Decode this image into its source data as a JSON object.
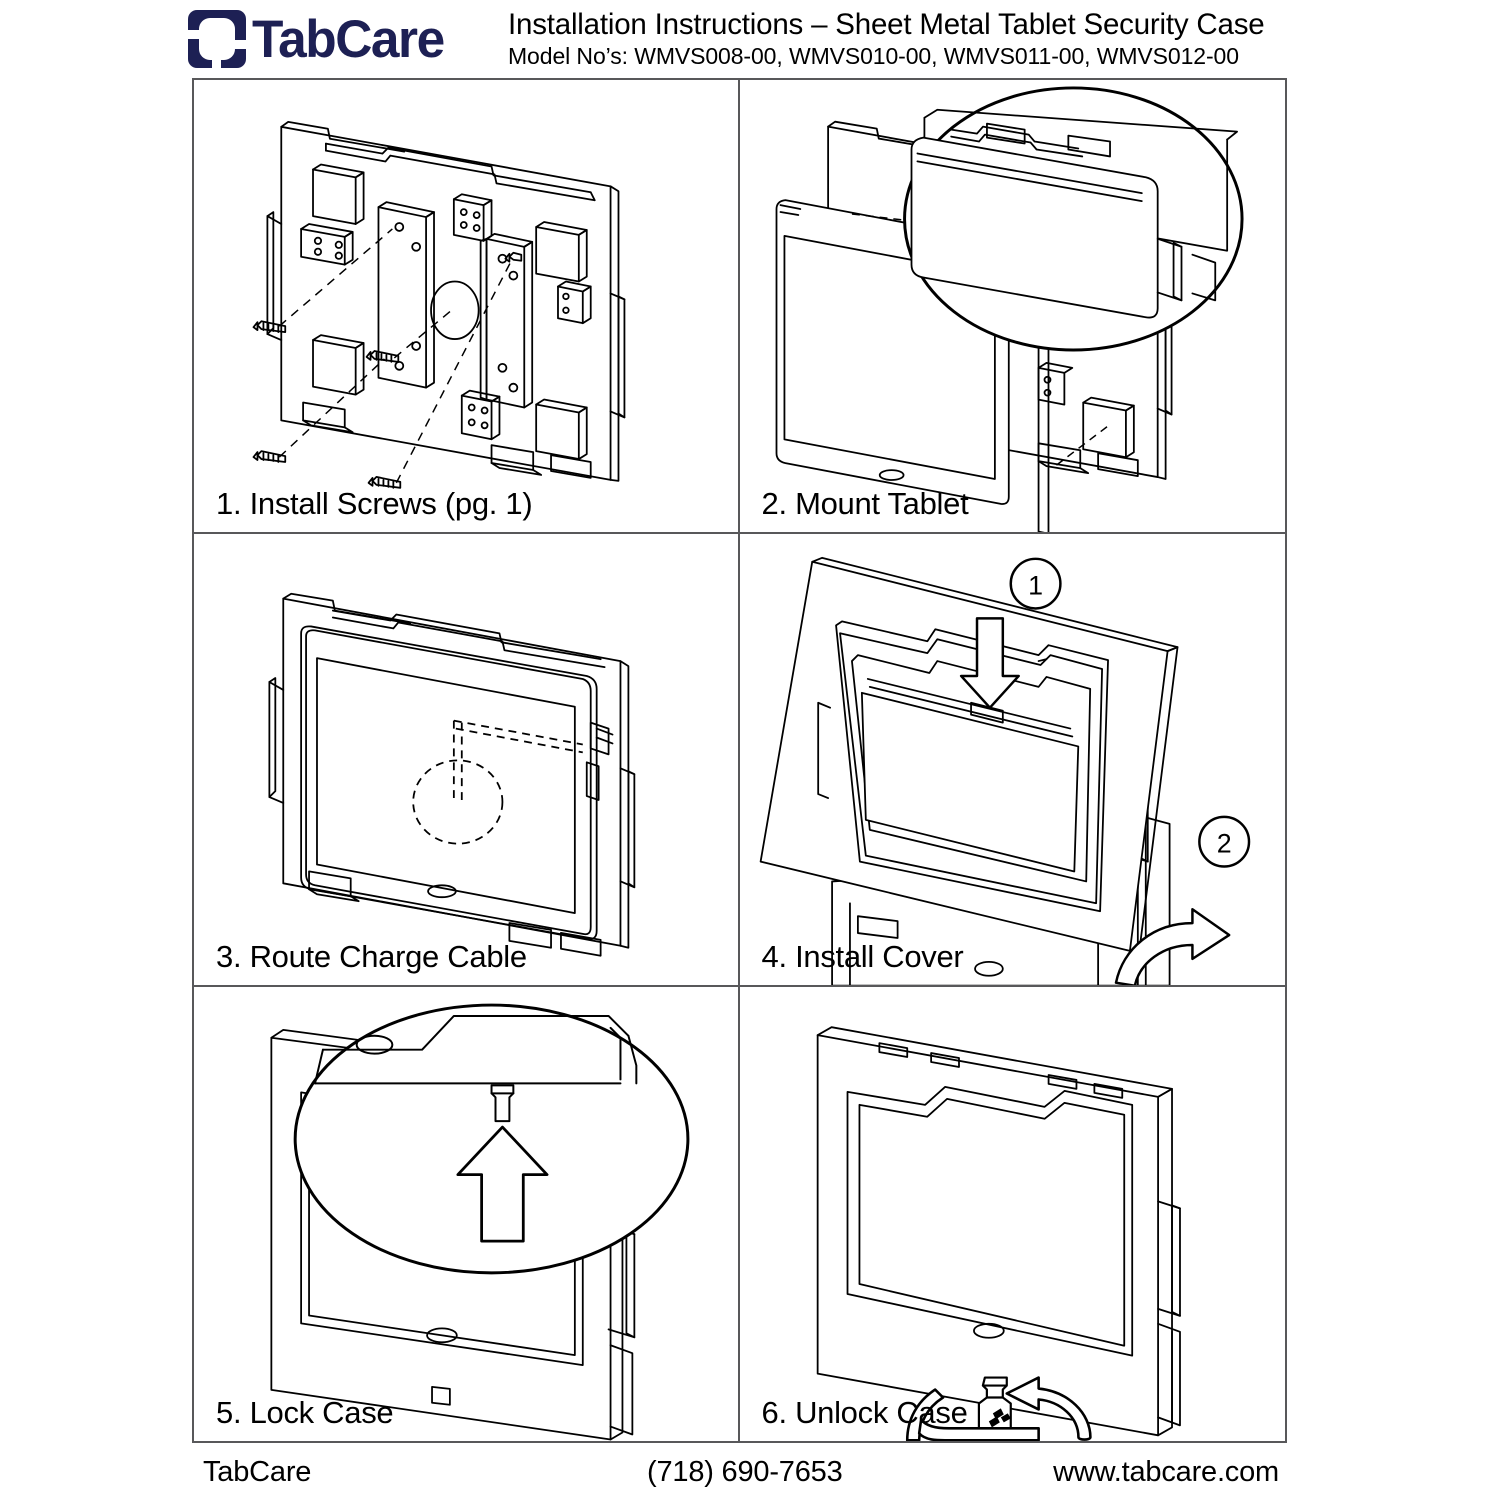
{
  "brand": {
    "logo_text": "TabCare",
    "logo_icon": "tabcare-bracket-icon",
    "logo_color": "#1d2054"
  },
  "header": {
    "title": "Installation Instructions – Sheet Metal Tablet Security Case",
    "subtitle": "Model No’s: WMVS008-00, WMVS010-00, WMVS011-00, WMVS012-00"
  },
  "steps": [
    {
      "number": "1",
      "caption": "1. Install Screws (pg. 1)",
      "figure": "backplate-with-screws-exploded",
      "callouts": []
    },
    {
      "number": "2",
      "caption": "2. Mount Tablet",
      "figure": "tablet-mounted-in-backplate-with-magnifier",
      "callouts": []
    },
    {
      "number": "3",
      "caption": "3. Route Charge Cable",
      "figure": "tablet-in-case-with-dashed-cable-route",
      "callouts": []
    },
    {
      "number": "4",
      "caption": "4. Install Cover",
      "figure": "cover-install-tilted-with-arrows",
      "callouts": [
        "1",
        "2"
      ]
    },
    {
      "number": "5",
      "caption": "5. Lock Case",
      "figure": "locking-pin-push-up-magnifier",
      "callouts": []
    },
    {
      "number": "6",
      "caption": "6. Unlock Case",
      "figure": "assembled-case-with-key-rotation",
      "callouts": []
    }
  ],
  "footer": {
    "company": "TabCare",
    "phone": "(718) 690-7653",
    "website": "www.tabcare.com"
  }
}
